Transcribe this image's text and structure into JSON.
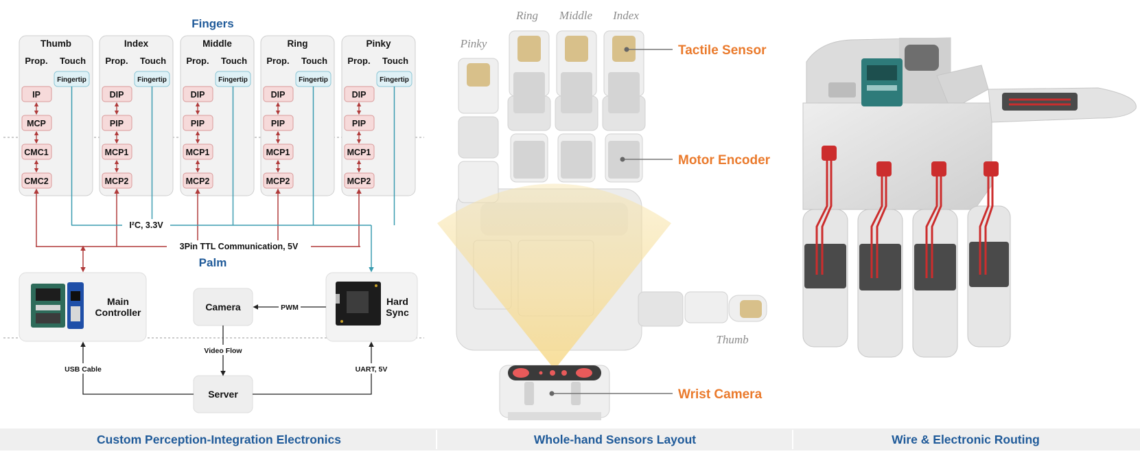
{
  "colors": {
    "blue": "#1f5a99",
    "orange": "#ea7a2c",
    "joint_red": "#b03a3a",
    "tactile_blue": "#3a9cb0",
    "gray_text": "#8c8c8c"
  },
  "left_panel": {
    "fingers_title": "Fingers",
    "prop_label": "Prop.",
    "touch_label": "Touch",
    "fingers": [
      {
        "name": "Thumb",
        "tip": "Fingertip",
        "joints": [
          "IP",
          "MCP",
          "CMC1",
          "CMC2"
        ]
      },
      {
        "name": "Index",
        "tip": "Fingertip",
        "joints": [
          "DIP",
          "PIP",
          "MCP1",
          "MCP2"
        ]
      },
      {
        "name": "Middle",
        "tip": "Fingertip",
        "joints": [
          "DIP",
          "PIP",
          "MCP1",
          "MCP2"
        ]
      },
      {
        "name": "Ring",
        "tip": "Fingertip",
        "joints": [
          "DIP",
          "PIP",
          "MCP1",
          "MCP2"
        ]
      },
      {
        "name": "Pinky",
        "tip": "Fingertip",
        "joints": [
          "DIP",
          "PIP",
          "MCP1",
          "MCP2"
        ]
      }
    ],
    "i2c_label": "I²C, 3.3V",
    "ttl_label": "3Pin TTL Communication, 5V",
    "palm_title": "Palm",
    "main_controller": [
      "Main",
      "Controller"
    ],
    "hard_sync": [
      "Hard",
      "Sync"
    ],
    "camera": "Camera",
    "pwm": "PWM",
    "video_flow": "Video Flow",
    "usb_cable": "USB Cable",
    "uart": "UART, 5V",
    "server": "Server"
  },
  "middle_panel": {
    "finger_labels": [
      "Ring",
      "Middle",
      "Index",
      "Pinky",
      "Thumb"
    ],
    "callouts": [
      "Tactile Sensor",
      "Motor Encoder",
      "Wrist Camera"
    ]
  },
  "captions": [
    "Custom Perception-Integration Electronics",
    "Whole-hand Sensors Layout",
    "Wire & Electronic Routing"
  ]
}
